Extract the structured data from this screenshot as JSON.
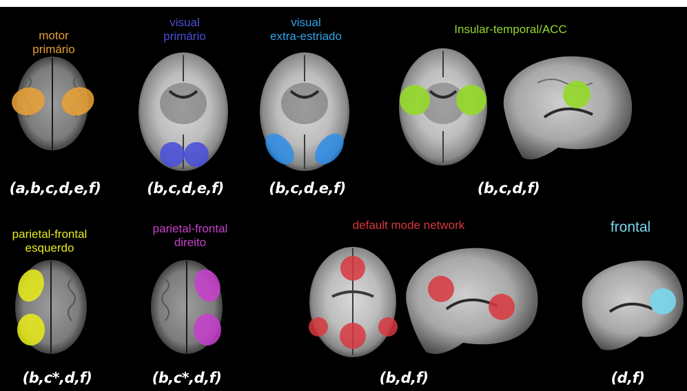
{
  "colors": {
    "motor": "#e8a038",
    "visual_primary": "#4a4fd8",
    "visual_extra": "#2fa2e8",
    "insular": "#95d82c",
    "left_pf": "#e6ea1c",
    "right_pf": "#c640cc",
    "dmn": "#d8383e",
    "frontal": "#7ad6ec"
  },
  "networks": [
    {
      "id": "motor",
      "title_line1": "motor",
      "title_line2": "primário",
      "citation": "(a,b,c,d,e,f)"
    },
    {
      "id": "visual-primary",
      "title_line1": "visual",
      "title_line2": "primário",
      "citation": "(b,c,d,e,f)"
    },
    {
      "id": "visual-extra",
      "title_line1": "visual",
      "title_line2": "extra-estriado",
      "citation": "(b,c,d,e,f)"
    },
    {
      "id": "insular",
      "title_line1": "Insular-temporal/ACC",
      "title_line2": "",
      "citation": "(b,c,d,f)"
    },
    {
      "id": "left-pf",
      "title_line1": "parietal-frontal",
      "title_line2": "esquerdo",
      "citation": "(b,c*,d,f)"
    },
    {
      "id": "right-pf",
      "title_line1": "parietal-frontal",
      "title_line2": "direito",
      "citation": "(b,c*,d,f)"
    },
    {
      "id": "dmn",
      "title_line1": "default mode network",
      "title_line2": "",
      "citation": "(b,d,f)"
    },
    {
      "id": "frontal",
      "title_line1": "frontal",
      "title_line2": "",
      "citation": "(d,f)"
    }
  ]
}
